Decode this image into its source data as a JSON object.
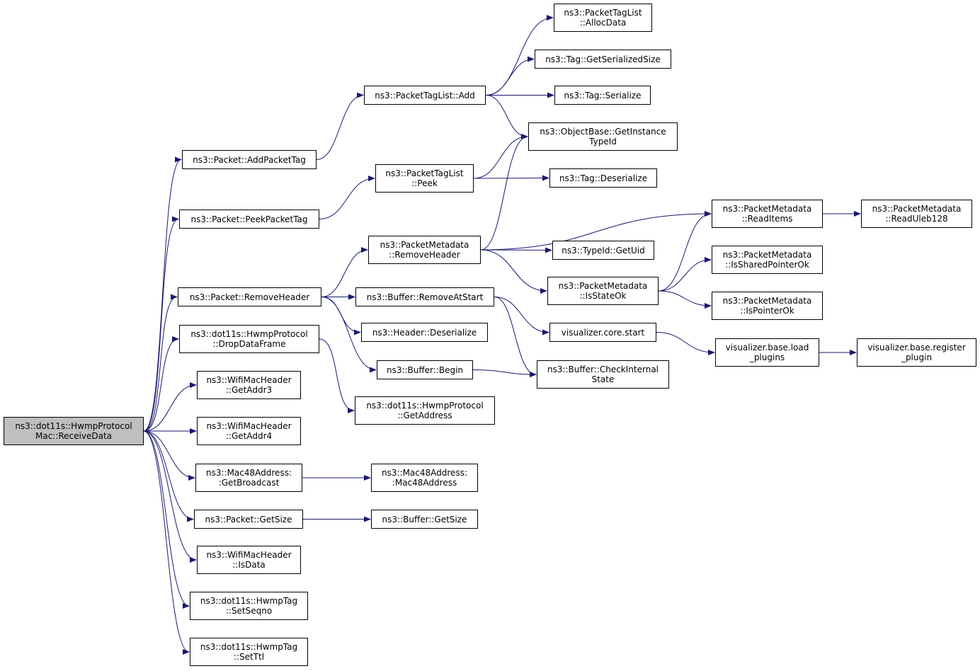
{
  "graph": {
    "edge_color": "#191970",
    "root_fill": "#bfbfbf",
    "nodes": [
      {
        "id": "root",
        "lines": [
          "ns3::dot11s::HwmpProtocol",
          "Mac::ReceiveData"
        ]
      },
      {
        "id": "addpackettag",
        "lines": [
          "ns3::Packet::AddPacketTag"
        ]
      },
      {
        "id": "peekpackettag",
        "lines": [
          "ns3::Packet::PeekPacketTag"
        ]
      },
      {
        "id": "removeheader",
        "lines": [
          "ns3::Packet::RemoveHeader"
        ]
      },
      {
        "id": "dropdataframe",
        "lines": [
          "ns3::dot11s::HwmpProtocol",
          "::DropDataFrame"
        ]
      },
      {
        "id": "getaddr3",
        "lines": [
          "ns3::WifiMacHeader",
          "::GetAddr3"
        ]
      },
      {
        "id": "getaddr4",
        "lines": [
          "ns3::WifiMacHeader",
          "::GetAddr4"
        ]
      },
      {
        "id": "getbroadcast",
        "lines": [
          "ns3::Mac48Address:",
          ":GetBroadcast"
        ]
      },
      {
        "id": "packetgetsize",
        "lines": [
          "ns3::Packet::GetSize"
        ]
      },
      {
        "id": "isdata",
        "lines": [
          "ns3::WifiMacHeader",
          "::IsData"
        ]
      },
      {
        "id": "setseqno",
        "lines": [
          "ns3::dot11s::HwmpTag",
          "::SetSeqno"
        ]
      },
      {
        "id": "setttl",
        "lines": [
          "ns3::dot11s::HwmpTag",
          "::SetTtl"
        ]
      },
      {
        "id": "tagladd",
        "lines": [
          "ns3::PacketTagList::Add"
        ]
      },
      {
        "id": "taglpeek",
        "lines": [
          "ns3::PacketTagList",
          "::Peek"
        ]
      },
      {
        "id": "pmremoveheader",
        "lines": [
          "ns3::PacketMetadata",
          "::RemoveHeader"
        ]
      },
      {
        "id": "bufremoveatstart",
        "lines": [
          "ns3::Buffer::RemoveAtStart"
        ]
      },
      {
        "id": "headerdeserialize",
        "lines": [
          "ns3::Header::Deserialize"
        ]
      },
      {
        "id": "bufbegin",
        "lines": [
          "ns3::Buffer::Begin"
        ]
      },
      {
        "id": "getaddress",
        "lines": [
          "ns3::dot11s::HwmpProtocol",
          "::GetAddress"
        ]
      },
      {
        "id": "mac48address",
        "lines": [
          "ns3::Mac48Address:",
          ":Mac48Address"
        ]
      },
      {
        "id": "bufgetsize",
        "lines": [
          "ns3::Buffer::GetSize"
        ]
      },
      {
        "id": "allocdata",
        "lines": [
          "ns3::PacketTagList",
          "::AllocData"
        ]
      },
      {
        "id": "taggetsersize",
        "lines": [
          "ns3::Tag::GetSerializedSize"
        ]
      },
      {
        "id": "tagserialize",
        "lines": [
          "ns3::Tag::Serialize"
        ]
      },
      {
        "id": "getinstancetypeid",
        "lines": [
          "ns3::ObjectBase::GetInstance",
          "TypeId"
        ]
      },
      {
        "id": "tagdeserialize",
        "lines": [
          "ns3::Tag::Deserialize"
        ]
      },
      {
        "id": "typeidgetuid",
        "lines": [
          "ns3::TypeId::GetUid"
        ]
      },
      {
        "id": "isstateok",
        "lines": [
          "ns3::PacketMetadata",
          "::IsStateOk"
        ]
      },
      {
        "id": "vizstart",
        "lines": [
          "visualizer.core.start"
        ]
      },
      {
        "id": "checkinternalstate",
        "lines": [
          "ns3::Buffer::CheckInternal",
          "State"
        ]
      },
      {
        "id": "readitems",
        "lines": [
          "ns3::PacketMetadata",
          "::ReadItems"
        ]
      },
      {
        "id": "issharedpointerok",
        "lines": [
          "ns3::PacketMetadata",
          "::IsSharedPointerOk"
        ]
      },
      {
        "id": "ispointerok",
        "lines": [
          "ns3::PacketMetadata",
          "::IsPointerOk"
        ]
      },
      {
        "id": "loadplugins",
        "lines": [
          "visualizer.base.load",
          "_plugins"
        ]
      },
      {
        "id": "readuleb128",
        "lines": [
          "ns3::PacketMetadata",
          "::ReadUleb128"
        ]
      },
      {
        "id": "registerplugin",
        "lines": [
          "visualizer.base.register",
          "_plugin"
        ]
      }
    ],
    "edges": [
      [
        "root",
        "addpackettag"
      ],
      [
        "root",
        "peekpackettag"
      ],
      [
        "root",
        "removeheader"
      ],
      [
        "root",
        "dropdataframe"
      ],
      [
        "root",
        "getaddr3"
      ],
      [
        "root",
        "getaddr4"
      ],
      [
        "root",
        "getbroadcast"
      ],
      [
        "root",
        "packetgetsize"
      ],
      [
        "root",
        "isdata"
      ],
      [
        "root",
        "setseqno"
      ],
      [
        "root",
        "setttl"
      ],
      [
        "addpackettag",
        "tagladd"
      ],
      [
        "peekpackettag",
        "taglpeek"
      ],
      [
        "removeheader",
        "pmremoveheader"
      ],
      [
        "removeheader",
        "bufremoveatstart"
      ],
      [
        "removeheader",
        "headerdeserialize"
      ],
      [
        "removeheader",
        "bufbegin"
      ],
      [
        "dropdataframe",
        "getaddress"
      ],
      [
        "getbroadcast",
        "mac48address"
      ],
      [
        "packetgetsize",
        "bufgetsize"
      ],
      [
        "tagladd",
        "allocdata"
      ],
      [
        "tagladd",
        "taggetsersize"
      ],
      [
        "tagladd",
        "tagserialize"
      ],
      [
        "tagladd",
        "getinstancetypeid"
      ],
      [
        "taglpeek",
        "getinstancetypeid"
      ],
      [
        "taglpeek",
        "tagdeserialize"
      ],
      [
        "pmremoveheader",
        "getinstancetypeid"
      ],
      [
        "pmremoveheader",
        "readitems"
      ],
      [
        "pmremoveheader",
        "typeidgetuid"
      ],
      [
        "pmremoveheader",
        "isstateok"
      ],
      [
        "bufremoveatstart",
        "vizstart"
      ],
      [
        "bufremoveatstart",
        "checkinternalstate"
      ],
      [
        "bufbegin",
        "checkinternalstate"
      ],
      [
        "isstateok",
        "readitems"
      ],
      [
        "isstateok",
        "issharedpointerok"
      ],
      [
        "isstateok",
        "ispointerok"
      ],
      [
        "vizstart",
        "loadplugins"
      ],
      [
        "readitems",
        "readuleb128"
      ],
      [
        "loadplugins",
        "registerplugin"
      ]
    ]
  }
}
